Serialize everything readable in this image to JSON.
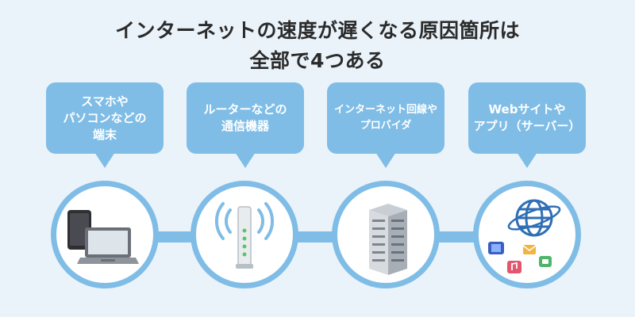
{
  "title": {
    "line1": "インターネットの速度が遅くなる原因箇所は",
    "line2": "全部で4つある"
  },
  "causes": [
    {
      "label": "スマホや\nパソコンなどの\n端末",
      "icon": "devices-icon"
    },
    {
      "label": "ルーターなどの\n通信機器",
      "icon": "router-icon"
    },
    {
      "label": "インターネット回線や\nプロバイダ",
      "icon": "building-icon"
    },
    {
      "label": "Webサイトや\nアプリ（サーバー）",
      "icon": "globe-apps-icon"
    }
  ],
  "colors": {
    "background": "#eaf3fa",
    "accent": "#7fbde6",
    "title_text": "#2b2b2b"
  }
}
